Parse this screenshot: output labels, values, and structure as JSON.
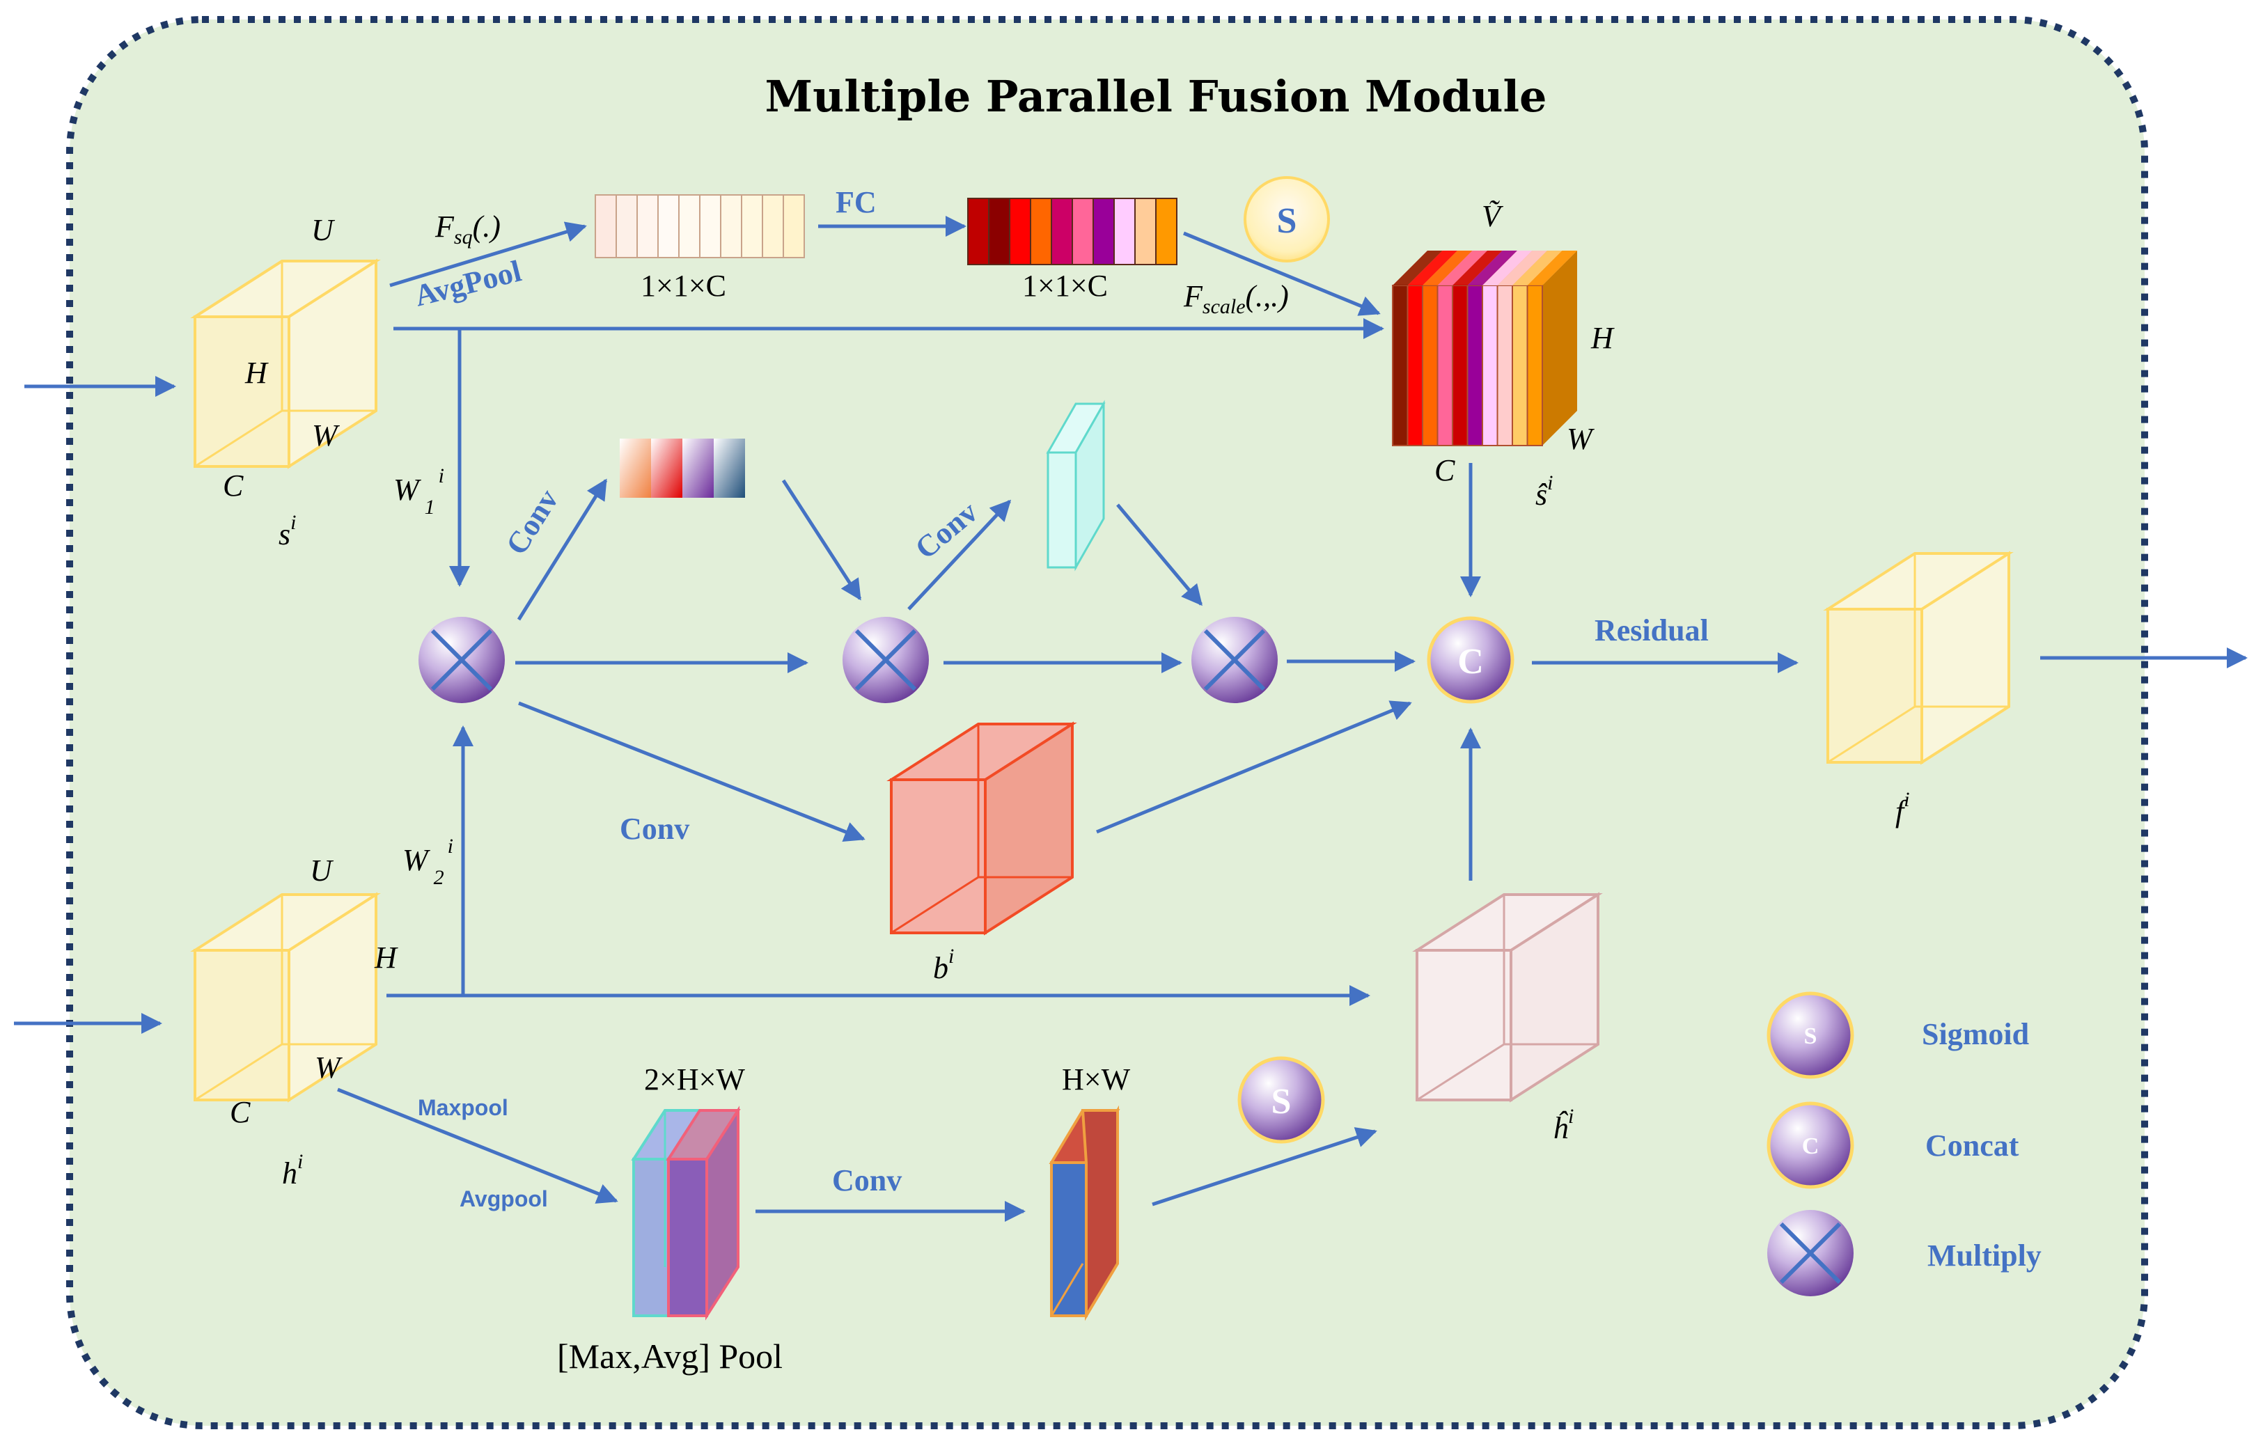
{
  "title": "Multiple Parallel Fusion Module",
  "labels": {
    "U": "U",
    "H": "H",
    "W": "W",
    "C": "C",
    "s_i": "s",
    "h_i": "h",
    "f_i": "f",
    "b_i": "b",
    "s_hat_i": "ŝ",
    "h_hat_i": "ĥ",
    "V_tilde": "Ṽ",
    "sup_i": "i",
    "W1": "W",
    "W1_sub": "1",
    "W2": "W",
    "W2_sub": "2",
    "F_sq": "F",
    "F_sq_sub": "sq",
    "F_sq_args": "(.)",
    "F_scale": "F",
    "F_scale_sub": "scale",
    "F_scale_args": "(.,.)",
    "avgpool_top": "AvgPool",
    "fc": "FC",
    "vec1": "1×1×C",
    "vec2": "1×1×C",
    "conv": "Conv",
    "residual": "Residual",
    "maxpool": "Maxpool",
    "avgpool": "Avgpool",
    "pool_dim": "2×H×W",
    "hw_dim": "H×W",
    "pool_caption": "[Max,Avg] Pool"
  },
  "nodes": {
    "sigmoid_symbol": "S",
    "concat_symbol": "C"
  },
  "legend": {
    "items": [
      {
        "symbol": "S",
        "label": "Sigmoid"
      },
      {
        "symbol": "C",
        "label": "Concat"
      },
      {
        "symbol": "",
        "label": "Multiply"
      }
    ]
  },
  "colors": {
    "background": "#e2efd9",
    "border": "#1f3864",
    "arrow": "#4472c4",
    "label_blue": "#4472c4",
    "node_purple": "#7030a0",
    "yellow_edge": "#ffd966",
    "yellow_fill": "#fff2c6",
    "red_block": "#f4b1a8",
    "red_edge": "#f24b25",
    "pink_block": "#f7eded",
    "pink_edge": "#d5a6a6",
    "cyan_edge": "#5fd9cc",
    "orange_edge": "#f0a040"
  },
  "fc_strip_colors": [
    "#c00000",
    "#8b0000",
    "#ff0000",
    "#ff6600",
    "#cc0066",
    "#ff6699",
    "#990099",
    "#ffccff",
    "#ffcc99",
    "#ff9900"
  ],
  "feature_strip_colors": [
    "#8b1a00",
    "#ff0000",
    "#ff6600",
    "#ff6699",
    "#cc0000",
    "#990099",
    "#ffccff",
    "#ffcccc",
    "#ffcc66",
    "#ff9900"
  ],
  "sq_strip_colors": [
    "#fde9e1",
    "#fdf0e8",
    "#fff5ee",
    "#fffaf5",
    "#fffaf0",
    "#fffaf0",
    "#fff8e6",
    "#fff8e0",
    "#fff5d5",
    "#fff3cc"
  ]
}
